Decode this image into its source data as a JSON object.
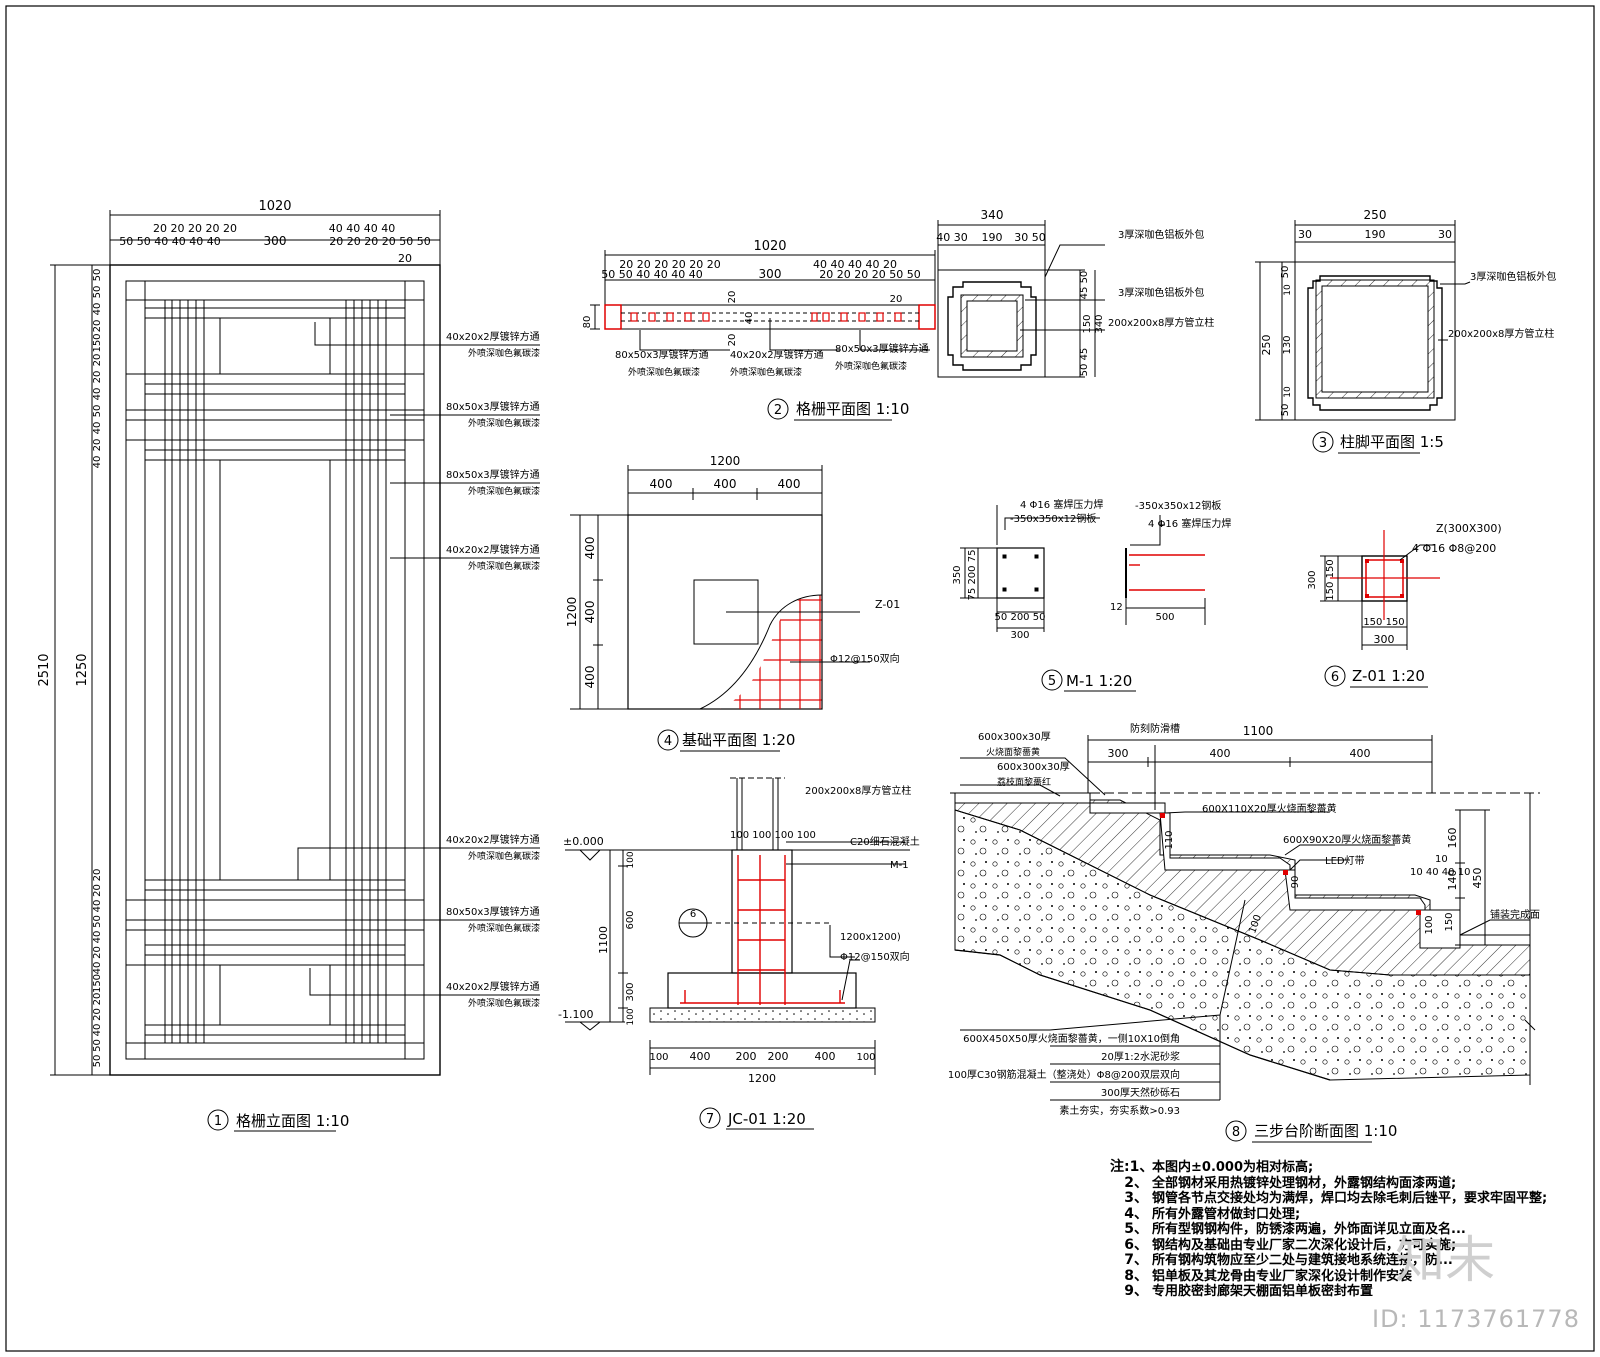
{
  "titles": {
    "t1": {
      "num": "1",
      "label": "格栅立面图 1:10"
    },
    "t2": {
      "num": "2",
      "label": "格栅平面图 1:10"
    },
    "t3": {
      "num": "3",
      "label": "柱脚平面图 1:5"
    },
    "t4": {
      "num": "4",
      "label": "基础平面图 1:20"
    },
    "t5": {
      "num": "5",
      "label": "M-1 1:20"
    },
    "t6": {
      "num": "6",
      "label": "Z-01 1:20"
    },
    "t7": {
      "num": "7",
      "label": "JC-01 1:20"
    },
    "t8": {
      "num": "8",
      "label": "三步台阶断面图 1:10"
    }
  },
  "elevation": {
    "width": "1020",
    "top_dims_left": "20 20 20 20 20",
    "top_dims_left2": "50 50 40 40 40 40",
    "top_mid": "300",
    "top_dims_right": "40 40 40 40",
    "top_dims_right2": "20 20 20 20 50 50",
    "top_20": "20",
    "height_total": "2510",
    "height_mid": "1250",
    "left_dims": [
      "50",
      "50",
      "40",
      "20",
      "150",
      "20",
      "20",
      "40",
      "50",
      "40",
      "20",
      "40"
    ],
    "left_dims_bottom": [
      "20",
      "20",
      "40",
      "50",
      "40",
      "20",
      "40",
      "150",
      "20",
      "20",
      "40",
      "50",
      "50"
    ],
    "callouts": [
      {
        "l1": "40x20x2厚镀锌方通",
        "l2": "外喷深咖色氟碳漆"
      },
      {
        "l1": "80x50x3厚镀锌方通",
        "l2": "外喷深咖色氟碳漆"
      },
      {
        "l1": "80x50x3厚镀锌方通",
        "l2": "外喷深咖色氟碳漆"
      },
      {
        "l1": "40x20x2厚镀锌方通",
        "l2": "外喷深咖色氟碳漆"
      },
      {
        "l1": "40x20x2厚镀锌方通",
        "l2": "外喷深咖色氟碳漆"
      },
      {
        "l1": "80x50x3厚镀锌方通",
        "l2": "外喷深咖色氟碳漆"
      },
      {
        "l1": "40x20x2厚镀锌方通",
        "l2": "外喷深咖色氟碳漆"
      }
    ]
  },
  "plan": {
    "width": "1020",
    "dims_left": "20 20 20 20 20 20",
    "dims_left2": "50 50 40 40 40 40",
    "mid": "300",
    "dims_right": "40 40 40 40 20",
    "dims_right2": "20 20 20 20 50 50",
    "d80": "80",
    "d20a": "20",
    "d40": "40",
    "d20b": "20",
    "d20c": "20",
    "c1a": "80x50x3厚镀锌方通",
    "c1b": "外喷深咖色氟碳漆",
    "c2a": "40x20x2厚镀锌方通",
    "c2b": "外喷深咖色氟碳漆",
    "c3a": "80x50x3厚镀锌方通",
    "c3b": "外喷深咖色氟碳漆"
  },
  "column_plan": {
    "width": "340",
    "w_parts": "40 30",
    "w_mid": "190",
    "w_right": "30 50",
    "h_top": "45 50",
    "h_mid": "150",
    "h_bot": "50 45",
    "h_side": "340",
    "c1": "3厚深咖色铝板外包",
    "c2": "3厚深咖色铝板外包",
    "c3": "200x200x8厚方管立柱"
  },
  "foot_plan": {
    "width": "250",
    "w_left": "30",
    "w_mid": "190",
    "w_right": "30",
    "h_total": "250",
    "h_top": "50",
    "h_top2": "10",
    "h_mid": "130",
    "h_bot": "10",
    "h_bot2": "50",
    "c1": "3厚深咖色铝板外包",
    "c2": "200x200x8厚方管立柱"
  },
  "foundation_plan": {
    "width": "1200",
    "w_parts": [
      "400",
      "400",
      "400"
    ],
    "h_total": "1200",
    "h_parts": [
      "400",
      "400",
      "400"
    ],
    "c1": "Z-01",
    "c2": "Φ12@150双向"
  },
  "m1": {
    "c1": "4 Φ16 塞焊压力焊",
    "c2": "-350x350x12钢板",
    "h_total": "350",
    "h_parts": "75 200 75",
    "w_parts": "50 200 50",
    "w_total": "300",
    "side_c1": "-350x350x12钢板",
    "side_c2": "4 Φ16 塞焊压力焊",
    "side_w": "500",
    "side_12": "12"
  },
  "z01": {
    "c1": "Z(300X300)",
    "c2": "4 Φ16   Φ8@200",
    "h_total": "300",
    "h_parts": "150 150",
    "w_parts": "150 150",
    "w_total": "300"
  },
  "jc01": {
    "c_col": "200x200x8厚方管立柱",
    "c_dims": "100 100 100 100",
    "c_concrete": "C20细石混凝土",
    "c_m1": "M-1",
    "c_pad": "1200x1200)",
    "c_rebar": "Φ12@150双向",
    "level_top": "±0.000",
    "level_bot": "-1.100",
    "h_total": "1100",
    "h_parts": [
      "100",
      "600",
      "300",
      "100"
    ],
    "w_parts": [
      "100",
      "400",
      "200",
      "200",
      "400",
      "100"
    ],
    "w_total": "1200",
    "cut": "6"
  },
  "stair": {
    "top_label": "防刻防滑槽",
    "width": "1100",
    "w_parts": [
      "300",
      "400",
      "400"
    ],
    "m1": "600x300x30厚",
    "m1b": "火烧面黎薔黄",
    "m2": "600x300x30厚",
    "m2b": "荔枝面黎薔红",
    "tread1": "600X110X20厚火烧面黎薔黄",
    "tread2": "600X90X20厚火烧面黎薔黄",
    "led": "LED灯带",
    "d110": "110",
    "d90": "90",
    "d100": "100",
    "d160": "160",
    "d140": "140",
    "d450": "450",
    "d150": "150",
    "d100b": "100",
    "d10": "10",
    "d10b": "10 40 40 10",
    "finish": "铺装完成面",
    "layers": [
      "600X450X50厚火烧面黎薔黄，一侧10X10倒角",
      "20厚1:2水泥砂浆",
      "100厚C30钢筋混凝土（整浇处）Φ8@200双层双向",
      "300厚天然砂砾石",
      "素土夯实，夯实系数>0.93"
    ]
  },
  "notes": [
    {
      "n": "注:1、",
      "t": "本图内±0.000为相对标高;"
    },
    {
      "n": "2、",
      "t": "全部钢材采用热镀锌处理钢材，外露钢结构面漆两道;"
    },
    {
      "n": "3、",
      "t": "钢管各节点交接处均为满焊，焊口均去除毛刺后锉平，要求牢固平整;"
    },
    {
      "n": "4、",
      "t": "所有外露管材做封口处理;"
    },
    {
      "n": "5、",
      "t": "所有型钢钢构件，防锈漆两遍，外饰面详见立面及名..."
    },
    {
      "n": "6、",
      "t": "钢结构及基础由专业厂家二次深化设计后，方可实施;"
    },
    {
      "n": "7、",
      "t": "所有钢构筑物应至少二处与建筑接地系统连接，防..."
    },
    {
      "n": "8、",
      "t": "铝单板及其龙骨由专业厂家深化设计制作安装"
    },
    {
      "n": "9、",
      "t": "专用胶密封廊架天棚面铝单板密封布置"
    }
  ],
  "watermark": {
    "brand": "知末",
    "id": "ID: 1173761778"
  },
  "colors": {
    "line": "#000000",
    "rebar": "#e00000"
  }
}
